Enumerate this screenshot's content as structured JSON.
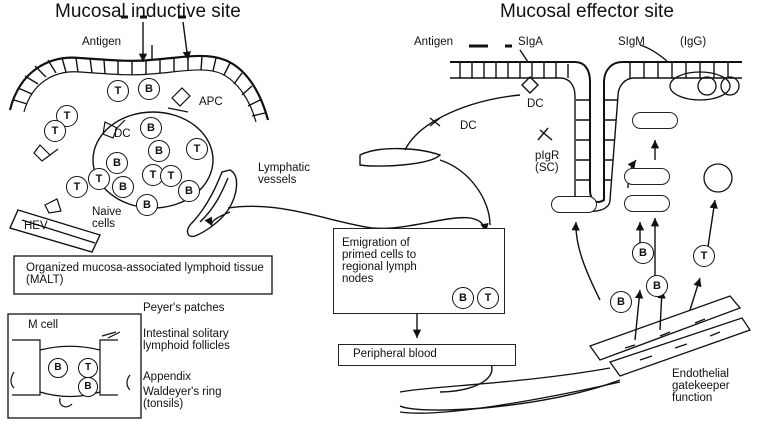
{
  "titles": {
    "inductive": "Mucosal inductive site",
    "effector": "Mucosal effector site"
  },
  "labels": {
    "antigen_left": "Antigen",
    "antigen_right": "Antigen",
    "apc": "APC",
    "dc": "DC",
    "lymphatic_vessels": "Lymphatic vessels",
    "hev": "HEV",
    "naive_cells": "Naive cells",
    "malt_box": "Organized mucosa-associated lymphoid tissue (MALT)",
    "m_cell": "M cell",
    "peyers_patches": "Peyer's patches",
    "intestinal_follicles": "Intestinal solitary lymphoid follicles",
    "appendix": "Appendix",
    "waldeyers_ring": "Waldeyer's ring (tonsils)",
    "emigration_box": "Emigration of primed cells to regional lymph nodes",
    "peripheral_blood": "Peripheral blood",
    "siga": "SIgA",
    "sigm": "SIgM",
    "igg": "(IgG)",
    "dc_effector": "DC",
    "dc_mid": "DC",
    "pigr": "pIgR (SC)",
    "endothelial": "Endothelial gatekeeper function"
  },
  "cells": {
    "t": "T",
    "b": "B"
  }
}
